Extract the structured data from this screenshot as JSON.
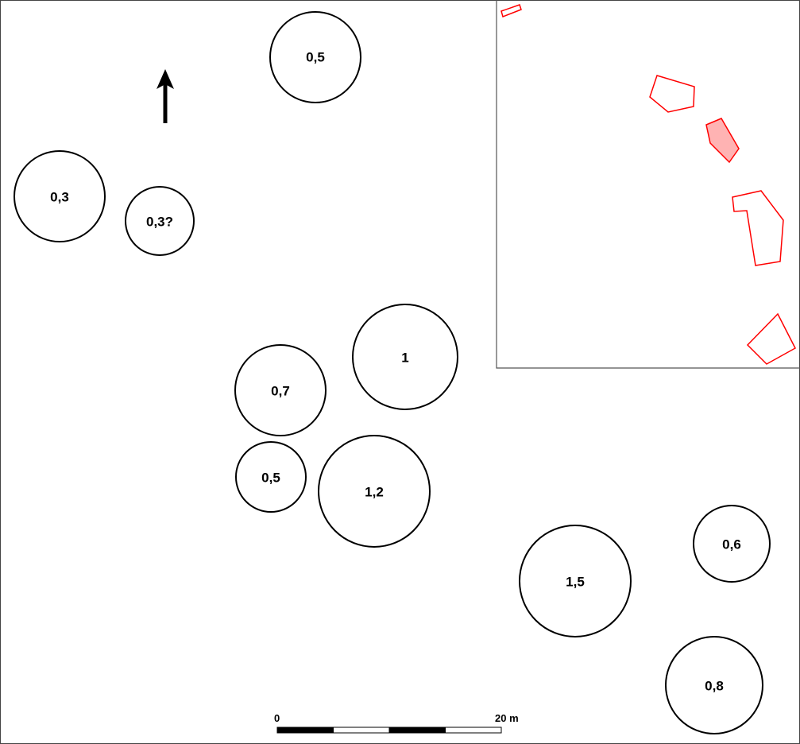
{
  "mounds": [
    {
      "label": "0,5"
    },
    {
      "label": "0,3"
    },
    {
      "label": "0,3?"
    },
    {
      "label": "1"
    },
    {
      "label": "0,7"
    },
    {
      "label": "0,5"
    },
    {
      "label": "1,2"
    },
    {
      "label": "1,5"
    },
    {
      "label": "0,6"
    },
    {
      "label": "0,8"
    }
  ],
  "north_arrow": {
    "icon": "north-arrow-icon"
  },
  "scale_bar": {
    "start_label": "0",
    "end_label": "20 m",
    "length_m": 20,
    "segments": 4
  },
  "inset": {
    "outline_color": "#ff0000",
    "highlight_fill": "#ffb3b3",
    "polygon_count": 5,
    "highlighted_index": 2
  },
  "colors": {
    "stroke": "#000000",
    "frame": "#555555"
  }
}
